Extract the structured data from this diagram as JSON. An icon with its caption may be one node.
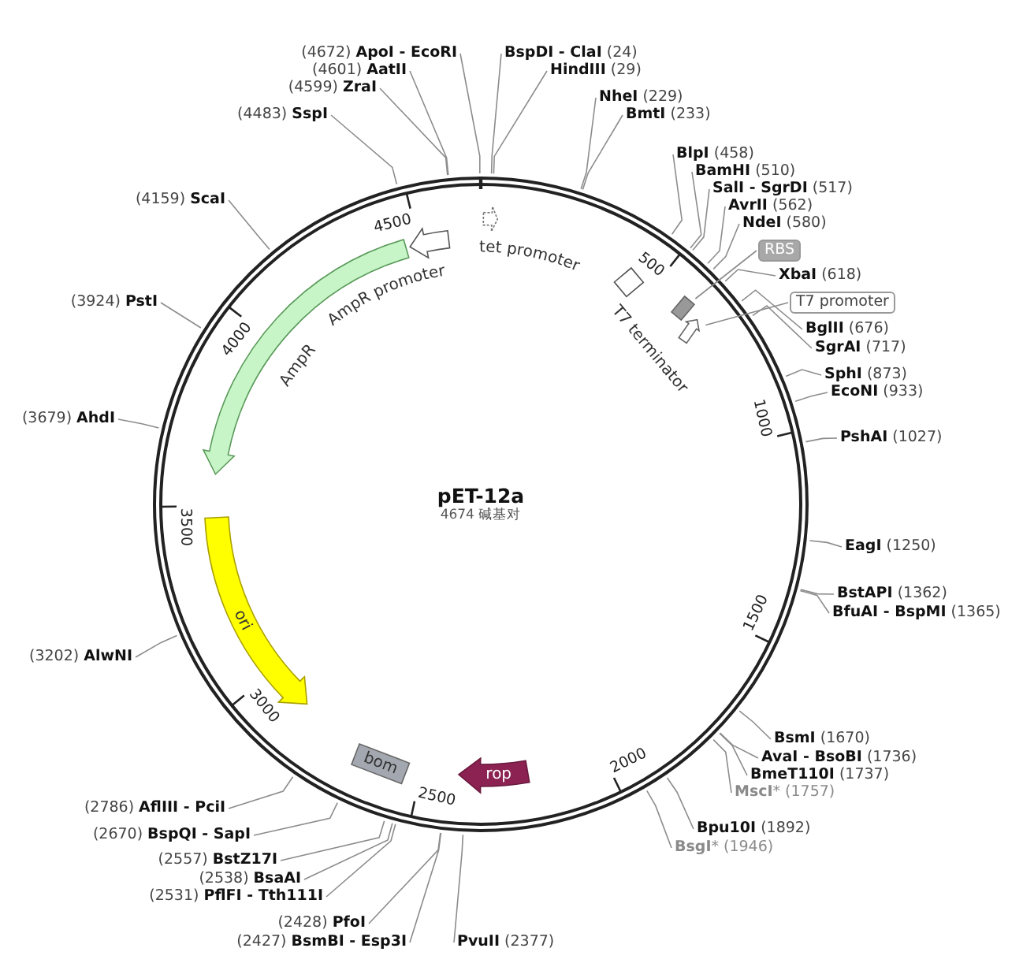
{
  "diagram": {
    "title": "pET-12a",
    "nodes": [
      {
        "text": [
          "**BspDI - ClaI** (24)"
        ]
      },
      {
        "text": [
          "**HindIII** (29)"
        ]
      },
      {
        "text": [
          "**NheI** (229)"
        ]
      },
      {
        "text": [
          "**BmtI** (233)"
        ]
      },
      {
        "text": [
          "**BlpI** (458)"
        ]
      },
      {
        "text": [
          "**BamHI** (510)"
        ]
      },
      {
        "text": [
          "**SalI - SgrDI** (517)"
        ]
      },
      {
        "text": [
          "**AvrII** (562)"
        ]
      },
      {
        "text": [
          "**NdeI** (580)"
        ]
      },
      {
        "text": [
          "RBS"
        ]
      },
      {
        "text": [
          "**XbaI** (618)"
        ]
      },
      {
        "text": [
          "T7 promoter"
        ]
      },
      {
        "text": [
          "**BglII** (676)"
        ]
      },
      {
        "text": [
          "**SgrAI** (717)"
        ]
      },
      {
        "text": [
          "**SphI** (873)"
        ]
      },
      {
        "text": [
          "**EcoNI** (933)"
        ]
      },
      {
        "text": [
          "**PshAI** (1027)"
        ]
      },
      {
        "text": [
          "**EagI** (1250)"
        ]
      },
      {
        "text": [
          "**BstAPI** (1362)"
        ]
      },
      {
        "text": [
          "**BfuAI - BspMI** (1365)"
        ]
      },
      {
        "text": [
          "**BsmI** (1670)"
        ]
      },
      {
        "text": [
          "**AvaI - BsoBI** (1736)"
        ]
      },
      {
        "text": [
          "**BmeT110I** (1737)"
        ]
      },
      {
        "text": [
          "**MscI*** (1757)"
        ]
      },
      {
        "text": [
          "**Bpu10I** (1892)"
        ]
      },
      {
        "text": [
          "**BsgI*** (1946)"
        ]
      },
      {
        "text": [
          "**PvuII** (2377)"
        ]
      },
      {
        "text": [
          "(2427) **BsmBI - Esp3I**"
        ]
      },
      {
        "text": [
          "(2428) **PfoI**"
        ]
      },
      {
        "text": [
          "(2531) **PflFI - Tth111I**"
        ]
      },
      {
        "text": [
          "(2538) **BsaAI**"
        ]
      },
      {
        "text": [
          "(2557) **BstZ17I**"
        ]
      },
      {
        "text": [
          "(2670) **BspQI - SapI**"
        ]
      },
      {
        "text": [
          "(2786) **AflIII - PciI**"
        ]
      },
      {
        "text": [
          "(3202) **AlwNI**"
        ]
      },
      {
        "text": [
          "(3679) **AhdI**"
        ]
      },
      {
        "text": [
          "(3924) **PstI**"
        ]
      },
      {
        "text": [
          "(4159) **ScaI**"
        ]
      },
      {
        "text": [
          "(4483) **SspI**"
        ]
      },
      {
        "text": [
          "(4599) **ZraI**"
        ]
      },
      {
        "text": [
          "(4601) **AatII**"
        ]
      },
      {
        "text": [
          "(4672) **ApoI - EcoRI**"
        ]
      },
      {
        "text": [
          "tet promoter"
        ]
      },
      {
        "text": [
          "AmpR promoter"
        ]
      },
      {
        "text": [
          "AmpR"
        ]
      },
      {
        "text": [
          "T7 terminator"
        ]
      },
      {
        "text": [],
        "shape": "box"
      },
      {
        "text": [],
        "shape": "arrow"
      },
      {
        "text": [
          "ori"
        ]
      },
      {
        "text": [
          "bom"
        ]
      },
      {
        "text": [
          "rop"
        ]
      }
    ],
    "edges": [
      {
        "from": 0,
        "to": null,
        "arrow": "none"
      },
      {
        "from": 1,
        "to": null,
        "arrow": "none"
      },
      {
        "from": 2,
        "to": null,
        "arrow": "none"
      },
      {
        "from": 3,
        "to": null,
        "arrow": "none"
      },
      {
        "from": 4,
        "to": null,
        "arrow": "none"
      },
      {
        "from": 5,
        "to": null,
        "arrow": "none"
      },
      {
        "from": 6,
        "to": null,
        "arrow": "none"
      },
      {
        "from": 7,
        "to": null,
        "arrow": "none"
      },
      {
        "from": 8,
        "to": null,
        "arrow": "none"
      },
      {
        "from": 9,
        "to": 46,
        "arrow": "none"
      },
      {
        "from": 10,
        "to": null,
        "arrow": "none"
      },
      {
        "from": 11,
        "to": 47,
        "arrow": "none"
      },
      {
        "from": 12,
        "to": null,
        "arrow": "none"
      },
      {
        "from": 13,
        "to": null,
        "arrow": "none"
      },
      {
        "from": 14,
        "to": null,
        "arrow": "none"
      },
      {
        "from": 15,
        "to": null,
        "arrow": "none"
      },
      {
        "from": 16,
        "to": null,
        "arrow": "none"
      },
      {
        "from": 17,
        "to": null,
        "arrow": "none"
      },
      {
        "from": 18,
        "to": null,
        "arrow": "none"
      },
      {
        "from": 19,
        "to": null,
        "arrow": "none"
      },
      {
        "from": 20,
        "to": null,
        "arrow": "none"
      },
      {
        "from": 21,
        "to": null,
        "arrow": "none"
      },
      {
        "from": 22,
        "to": null,
        "arrow": "none"
      },
      {
        "from": 23,
        "to": null,
        "arrow": "none"
      },
      {
        "from": 24,
        "to": null,
        "arrow": "none"
      },
      {
        "from": 25,
        "to": null,
        "arrow": "none"
      },
      {
        "from": 26,
        "to": null,
        "arrow": "none"
      },
      {
        "from": 27,
        "to": null,
        "arrow": "none"
      },
      {
        "from": 28,
        "to": null,
        "arrow": "none"
      },
      {
        "from": 29,
        "to": null,
        "arrow": "none"
      },
      {
        "from": 30,
        "to": null,
        "arrow": "none"
      },
      {
        "from": 31,
        "to": null,
        "arrow": "none"
      },
      {
        "from": 32,
        "to": null,
        "arrow": "none"
      },
      {
        "from": 33,
        "to": null,
        "arrow": "none"
      },
      {
        "from": 34,
        "to": null,
        "arrow": "none"
      },
      {
        "from": 35,
        "to": null,
        "arrow": "none"
      },
      {
        "from": 36,
        "to": null,
        "arrow": "none"
      },
      {
        "from": 37,
        "to": null,
        "arrow": "none"
      },
      {
        "from": 38,
        "to": null,
        "arrow": "none"
      },
      {
        "from": 39,
        "to": null,
        "arrow": "none"
      },
      {
        "from": 40,
        "to": null,
        "arrow": "none"
      },
      {
        "from": 41,
        "to": null,
        "arrow": "none"
      }
    ],
    "labels": [
      "4674 碱基对",
      "500",
      "1000",
      "1500",
      "2000",
      "2500",
      "3000",
      "3500",
      "4000",
      "4500"
    ]
  }
}
